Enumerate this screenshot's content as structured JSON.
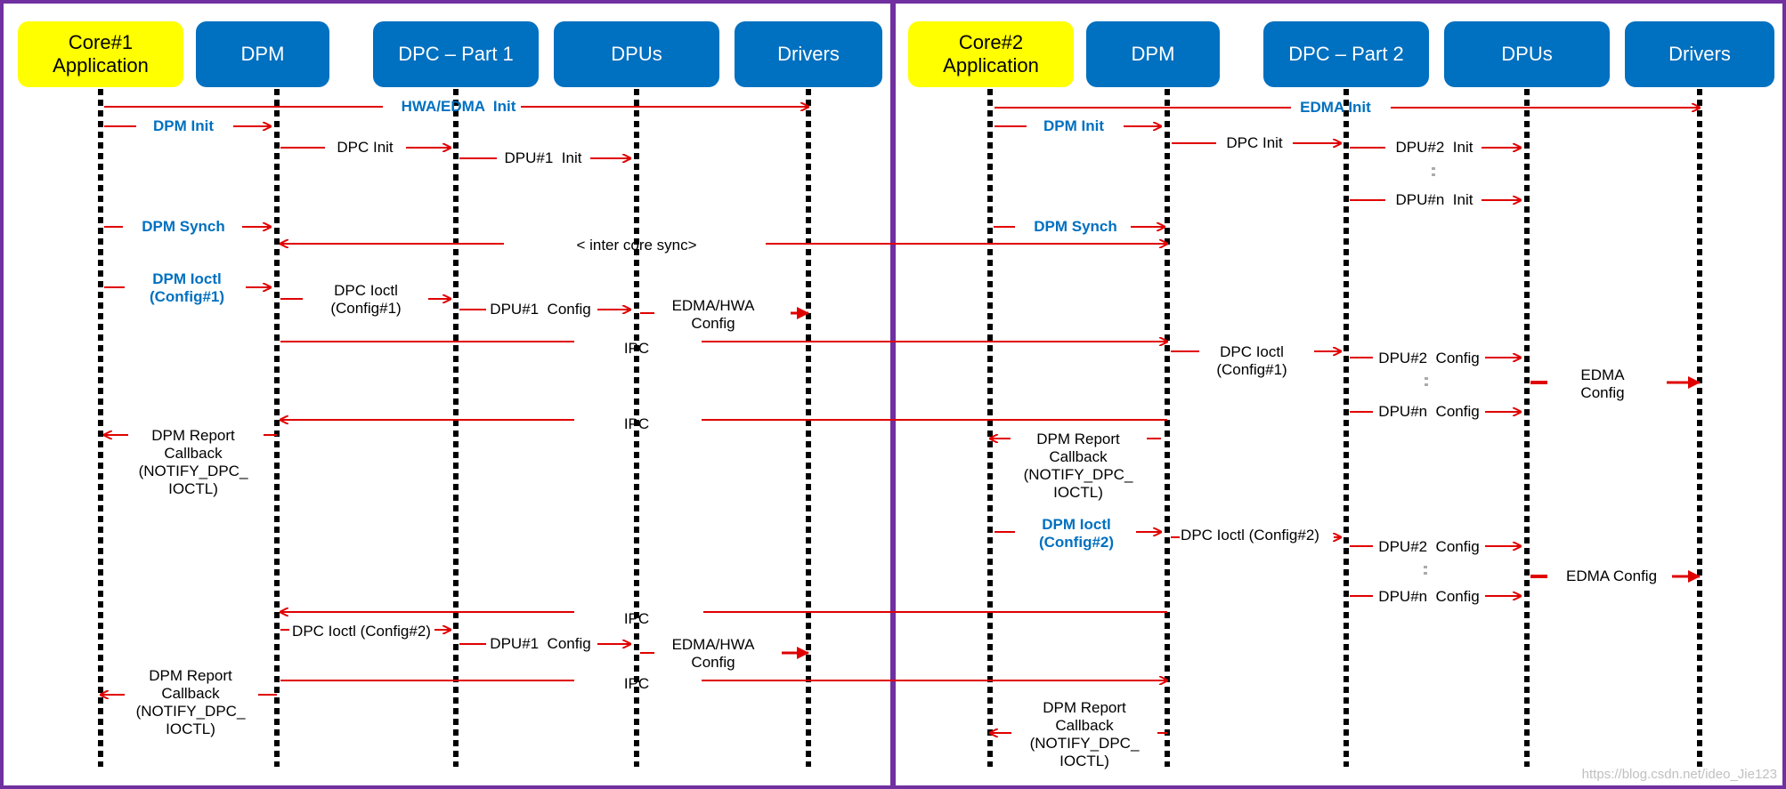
{
  "colors": {
    "frame": "#7030a0",
    "arrow": "#e00000",
    "lifeline": "#000000",
    "header_blue": "#0070c0",
    "header_yellow": "#ffff00",
    "label_blue": "#0070c0"
  },
  "panels": [
    {
      "headers": [
        {
          "label": "Core#1\nApplication",
          "color": "yellow"
        },
        {
          "label": "DPM",
          "color": "blue"
        },
        {
          "label": "DPC – Part 1",
          "color": "blue"
        },
        {
          "label": "DPUs",
          "color": "blue"
        },
        {
          "label": "Drivers",
          "color": "blue"
        }
      ]
    },
    {
      "headers": [
        {
          "label": "Core#2\nApplication",
          "color": "yellow"
        },
        {
          "label": "DPM",
          "color": "blue"
        },
        {
          "label": "DPC – Part 2",
          "color": "blue"
        },
        {
          "label": "DPUs",
          "color": "blue"
        },
        {
          "label": "Drivers",
          "color": "blue"
        }
      ]
    }
  ],
  "messages": {
    "p1_hwa_edma_init": "HWA/EDMA  Init",
    "p1_dpm_init": "DPM Init",
    "p1_dpc_init": "DPC Init",
    "p1_dpu1_init": "DPU#1  Init",
    "p1_dpm_synch": "DPM Synch",
    "inter_core_sync": "< inter core sync>",
    "p1_dpm_ioctl_cfg1": "DPM Ioctl\n(Config#1)",
    "p1_dpc_ioctl_cfg1": "DPC Ioctl\n(Config#1)",
    "p1_dpu1_config_a": "DPU#1  Config",
    "p1_edma_hwa_config_a": "EDMA/HWA\nConfig",
    "ipc_1": "IPC",
    "ipc_2": "IPC",
    "p1_dpm_report_1": "DPM Report\nCallback\n(NOTIFY_DPC_\nIOCTL)",
    "ipc_3": "IPC",
    "p1_dpc_ioctl_cfg2": "DPC Ioctl (Config#2)",
    "p1_dpu1_config_b": "DPU#1  Config",
    "p1_edma_hwa_config_b": "EDMA/HWA\nConfig",
    "ipc_4": "IPC",
    "p1_dpm_report_2": "DPM Report\nCallback\n(NOTIFY_DPC_\nIOCTL)",
    "p2_edma_init": "EDMA Init",
    "p2_dpm_init": "DPM Init",
    "p2_dpc_init": "DPC Init",
    "p2_dpu2_init": "DPU#2  Init",
    "p2_dpun_init": "DPU#n  Init",
    "p2_dpm_synch": "DPM Synch",
    "p2_dpc_ioctl_cfg1": "DPC Ioctl\n(Config#1)",
    "p2_dpu2_config_a": "DPU#2  Config",
    "p2_dpun_config_a": "DPU#n  Config",
    "p2_edma_config_a": "EDMA\nConfig",
    "p2_dpm_report_1": "DPM Report\nCallback\n(NOTIFY_DPC_\nIOCTL)",
    "p2_dpm_ioctl_cfg2": "DPM Ioctl\n(Config#2)",
    "p2_dpc_ioctl_cfg2": "DPC Ioctl (Config#2)",
    "p2_dpu2_config_b": "DPU#2  Config",
    "p2_dpun_config_b": "DPU#n  Config",
    "p2_edma_config_b": "EDMA Config",
    "p2_dpm_report_2": "DPM Report\nCallback\n(NOTIFY_DPC_\nIOCTL)"
  },
  "watermark": "https://blog.csdn.net/ideo_Jie123"
}
